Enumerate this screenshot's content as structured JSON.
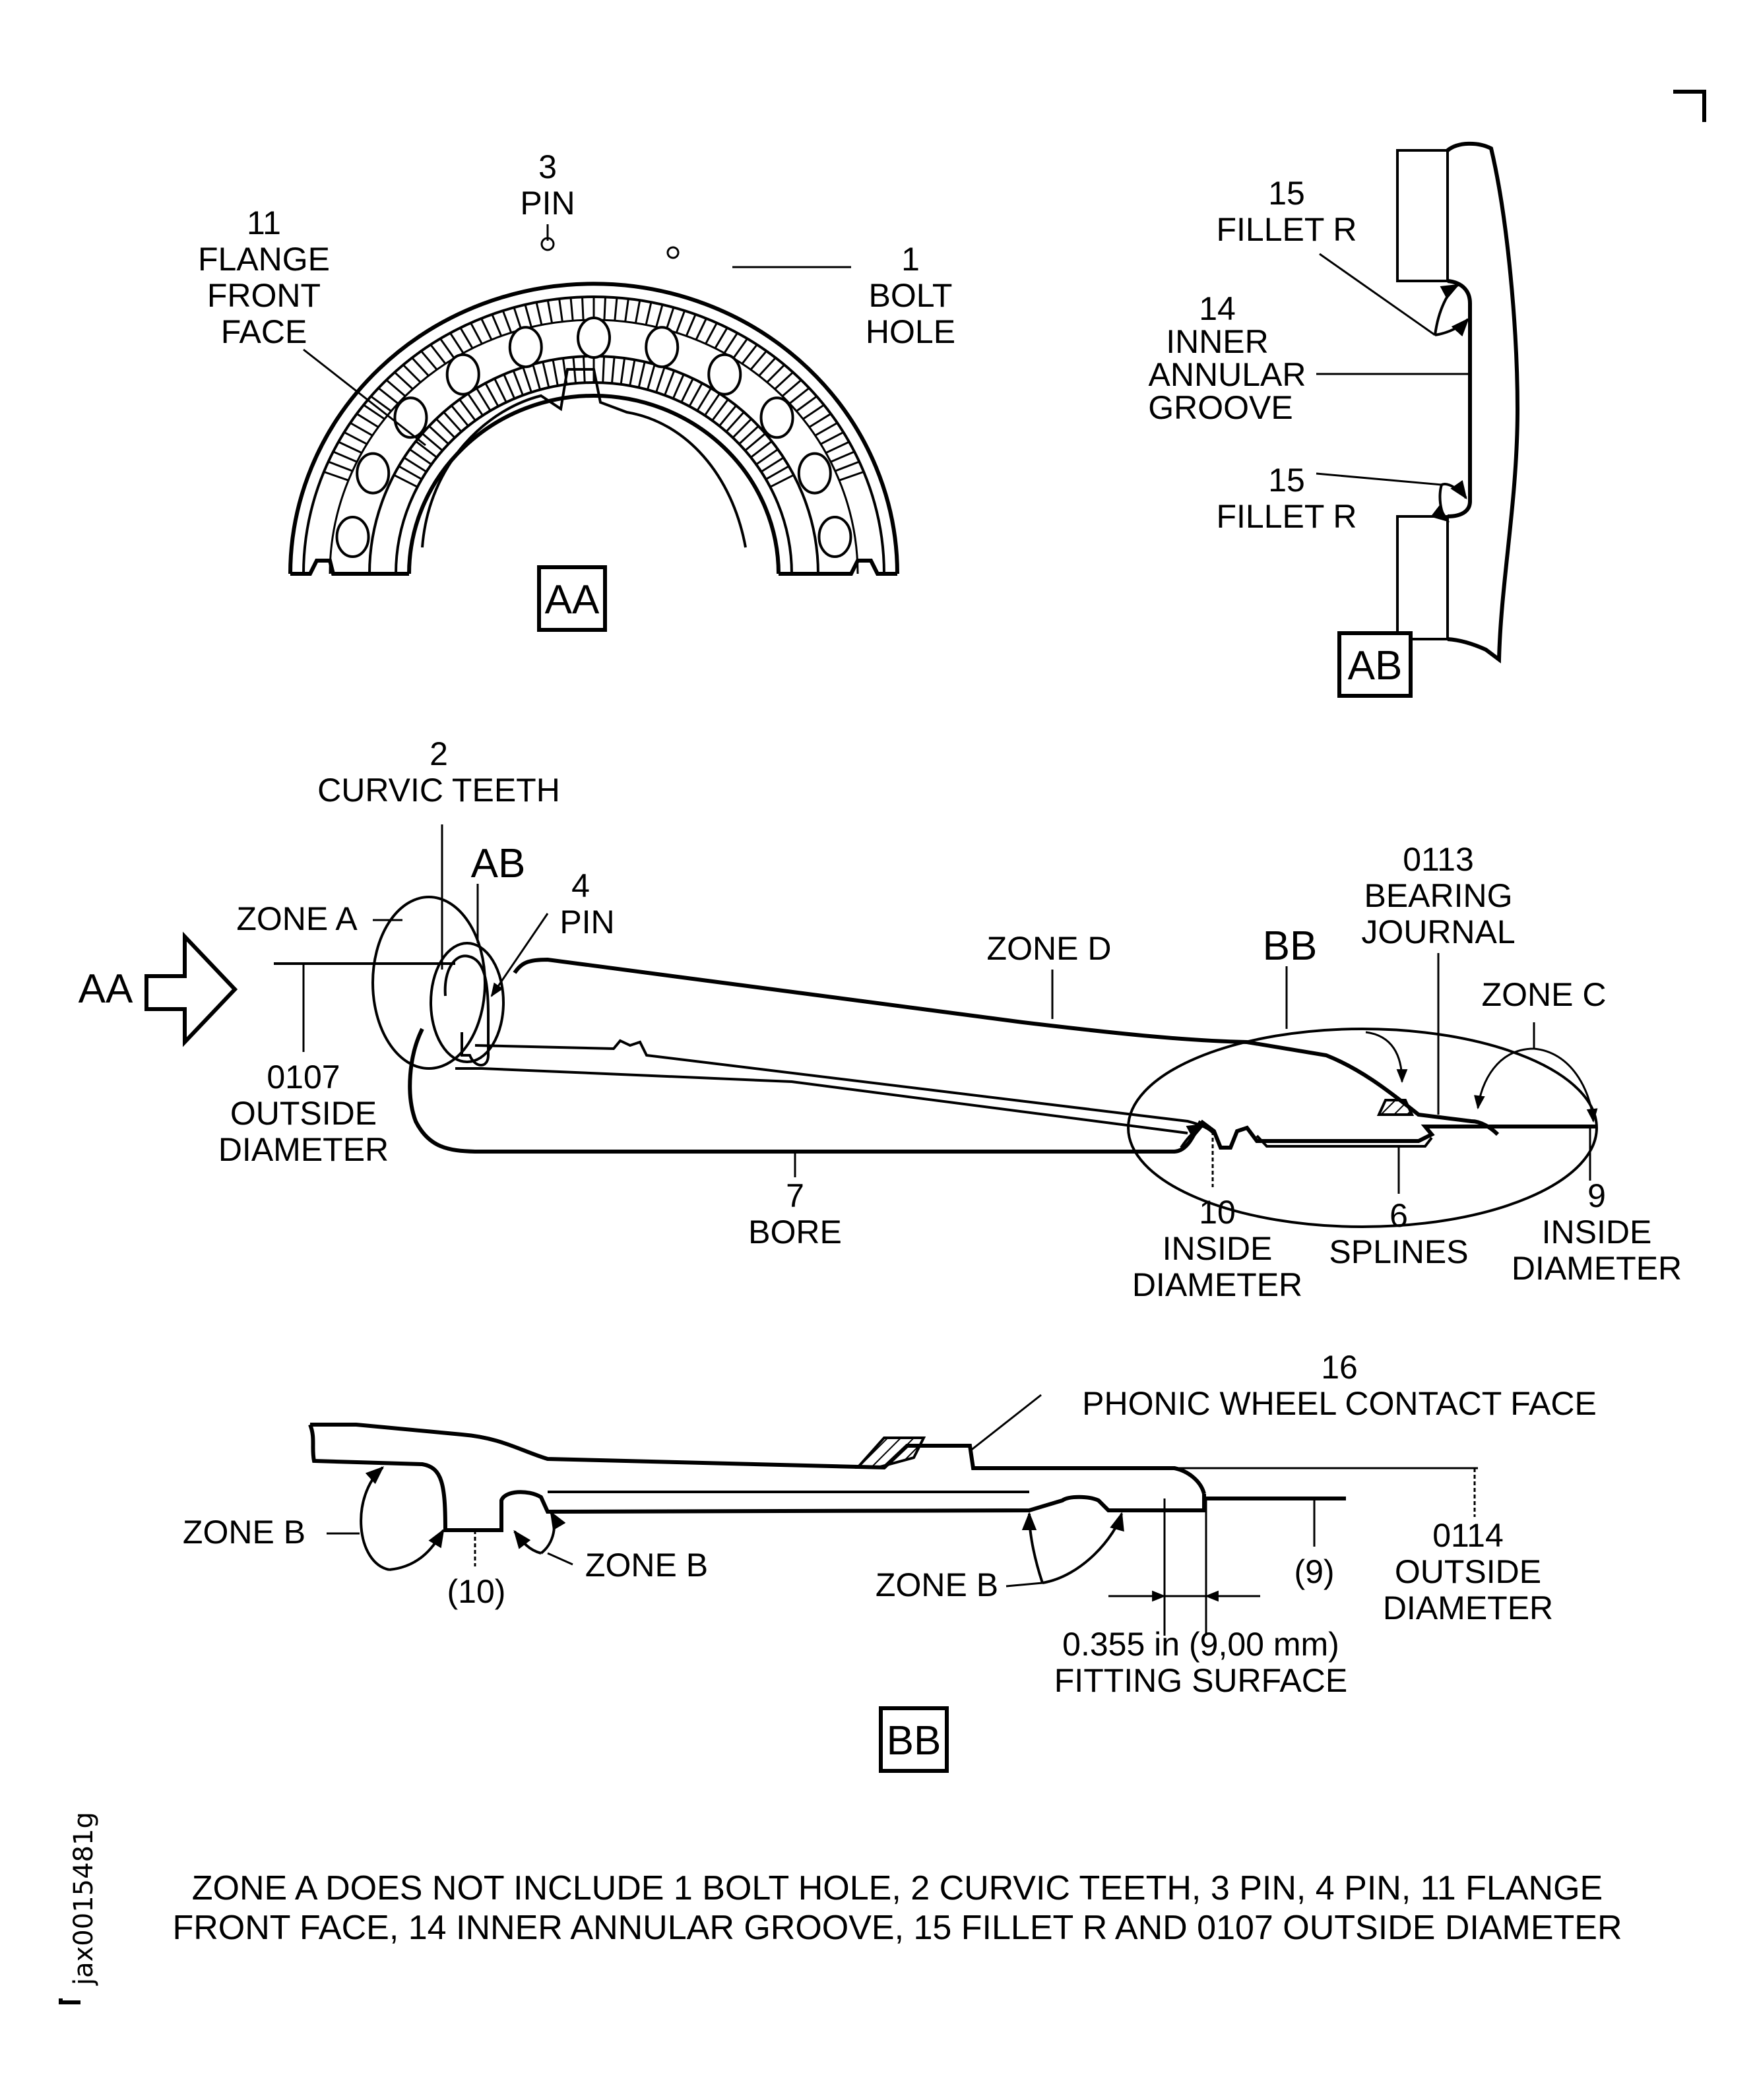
{
  "figure_id": "jax0015481g",
  "views": {
    "aa": {
      "tag": "AA",
      "callouts": {
        "pin3": {
          "number": "3",
          "label": "PIN"
        },
        "flange": {
          "number": "11",
          "line1": "FLANGE",
          "line2": "FRONT",
          "line3": "FACE"
        },
        "bolt": {
          "number": "1",
          "line1": "BOLT",
          "line2": "HOLE"
        }
      }
    },
    "ab": {
      "tag": "AB",
      "callouts": {
        "fillet_top": {
          "number": "15",
          "label": "FILLET R"
        },
        "groove": {
          "number": "14",
          "line1": "INNER",
          "line2": "ANNULAR",
          "line3": "GROOVE"
        },
        "fillet_bottom": {
          "number": "15",
          "label": "FILLET R"
        }
      }
    },
    "side": {
      "view_arrow_label": "AA",
      "detail_ab_label": "AB",
      "detail_bb_label": "BB",
      "callouts": {
        "curvic": {
          "number": "2",
          "label": "CURVIC TEETH"
        },
        "zone_a": "ZONE A",
        "pin4": {
          "number": "4",
          "label": "PIN"
        },
        "od0107": {
          "number": "0107",
          "line1": "OUTSIDE",
          "line2": "DIAMETER"
        },
        "zone_d": "ZONE D",
        "bore": {
          "number": "7",
          "label": "BORE"
        },
        "journal": {
          "number": "0113",
          "line1": "BEARING",
          "line2": "JOURNAL"
        },
        "zone_c": "ZONE C",
        "id10": {
          "number": "10",
          "line1": "INSIDE",
          "line2": "DIAMETER"
        },
        "splines": {
          "number": "6",
          "label": "SPLINES"
        },
        "id9": {
          "number": "9",
          "line1": "INSIDE",
          "line2": "DIAMETER"
        }
      }
    },
    "bb": {
      "tag": "BB",
      "callouts": {
        "phonic": {
          "number": "16",
          "label": "PHONIC WHEEL CONTACT FACE"
        },
        "zone_b_left": "ZONE B",
        "ref10": "(10)",
        "zone_b_mid": "ZONE B",
        "zone_b_right": "ZONE B",
        "ref9": "(9)",
        "od0114": {
          "number": "0114",
          "line1": "OUTSIDE",
          "line2": "DIAMETER"
        },
        "fitting": {
          "dimension": "0.355 in (9,00 mm)",
          "label": "FITTING SURFACE"
        }
      }
    }
  },
  "note": {
    "line1": "ZONE A DOES NOT INCLUDE 1 BOLT HOLE, 2 CURVIC TEETH, 3 PIN, 4 PIN, 11 FLANGE",
    "line2": "FRONT FACE, 14 INNER ANNULAR GROOVE, 15 FILLET R AND 0107 OUTSIDE DIAMETER"
  }
}
